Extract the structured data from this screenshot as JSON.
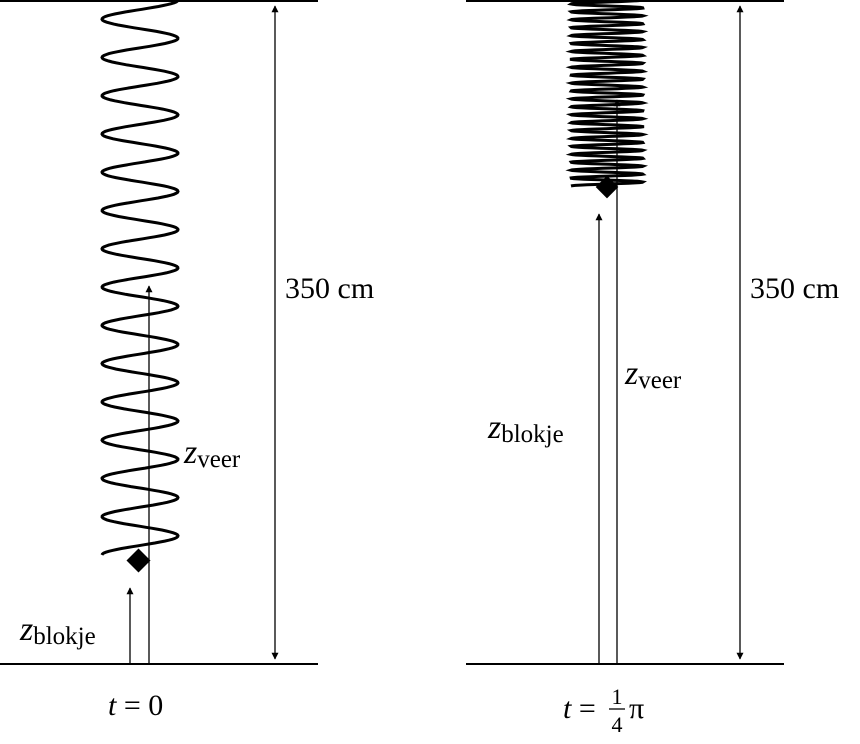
{
  "left_panel": {
    "height_label": "350 cm",
    "z_symbol": "z",
    "z_veer_subscript": "veer",
    "z_blokje_subscript": "blokje",
    "time_var": "t",
    "time_eq": " = 0"
  },
  "right_panel": {
    "height_label": "350 cm",
    "z_symbol": "z",
    "z_veer_subscript": "veer",
    "z_blokje_subscript": "blokje",
    "time_var": "t",
    "time_eq": " = ",
    "frac_num": "1",
    "frac_den": "4",
    "pi": "π"
  },
  "colors": {
    "ink": "#000000",
    "background": "#ffffff"
  }
}
